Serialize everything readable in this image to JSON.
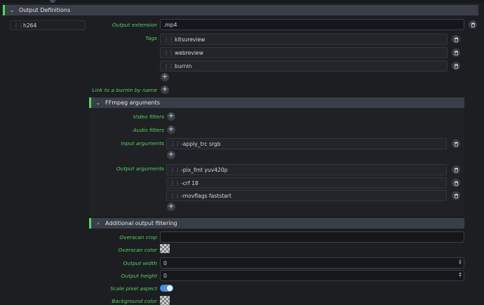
{
  "output_definitions": {
    "title": "Output Definitions",
    "definitions": [
      {
        "name": "h264"
      }
    ],
    "output_extension": {
      "label": "Output extension",
      "value": ".mp4"
    },
    "tags": {
      "label": "Tags",
      "items": [
        "kitsureview",
        "webreview",
        "burnin"
      ]
    },
    "burnin_link": {
      "label": "Link to a burnin by name"
    }
  },
  "ffmpeg": {
    "title": "FFmpeg arguments",
    "video_filters": {
      "label": "Video filters"
    },
    "audio_filters": {
      "label": "Audio filters"
    },
    "input_arguments": {
      "label": "Input arguments",
      "items": [
        "-apply_trc srgb"
      ]
    },
    "output_arguments": {
      "label": "Output arguments",
      "items": [
        "-pix_fmt yuv420p",
        "-crf 18",
        "-movflags faststart"
      ]
    }
  },
  "filtering": {
    "title": "Additional output filtering",
    "overscan_crop": {
      "label": "Overscan crop",
      "value": ""
    },
    "overscan_color": {
      "label": "Overscan color"
    },
    "output_width": {
      "label": "Output width",
      "value": "0"
    },
    "output_height": {
      "label": "Output height",
      "value": "0"
    },
    "scale_pixel_aspect": {
      "label": "Scale pixel aspect",
      "enabled": true
    },
    "background_color": {
      "label": "Background color"
    }
  },
  "icons": {
    "grip": "drag-handle-icon",
    "trash": "trash-icon",
    "plus": "plus-icon",
    "chevron_down": "chevron-down-icon",
    "chevron_right": "chevron-right-icon"
  },
  "colors": {
    "accent": "#4cd962",
    "label": "#59d163",
    "toggle": "#4a90e2"
  }
}
